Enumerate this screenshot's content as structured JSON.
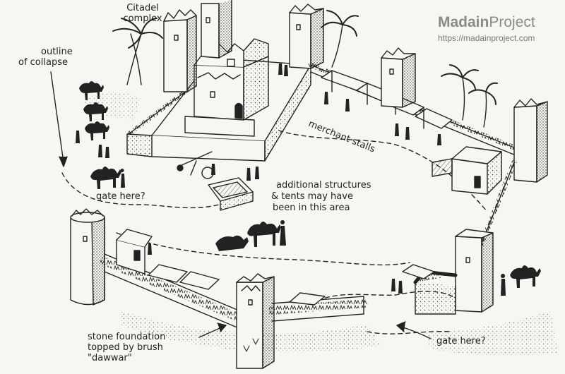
{
  "labels": {
    "citadel": [
      "Citadel",
      "complex"
    ],
    "outline": [
      "outline",
      "of collapse"
    ],
    "merchant": "merchant stalls",
    "gate_left": "gate here?",
    "additional": [
      "additional structures",
      "& tents may have",
      "been in this area"
    ],
    "stone": [
      "stone foundation",
      "topped by brush",
      "\"dawwar\""
    ],
    "gate_right": "gate here?"
  },
  "watermark": {
    "brand_bold": "Madain",
    "brand_rest": "Project",
    "url": "https://madainproject.com"
  },
  "colors": {
    "ink": "#222222",
    "paper": "#f6f6f3",
    "watermark": "#8a8a8a"
  }
}
